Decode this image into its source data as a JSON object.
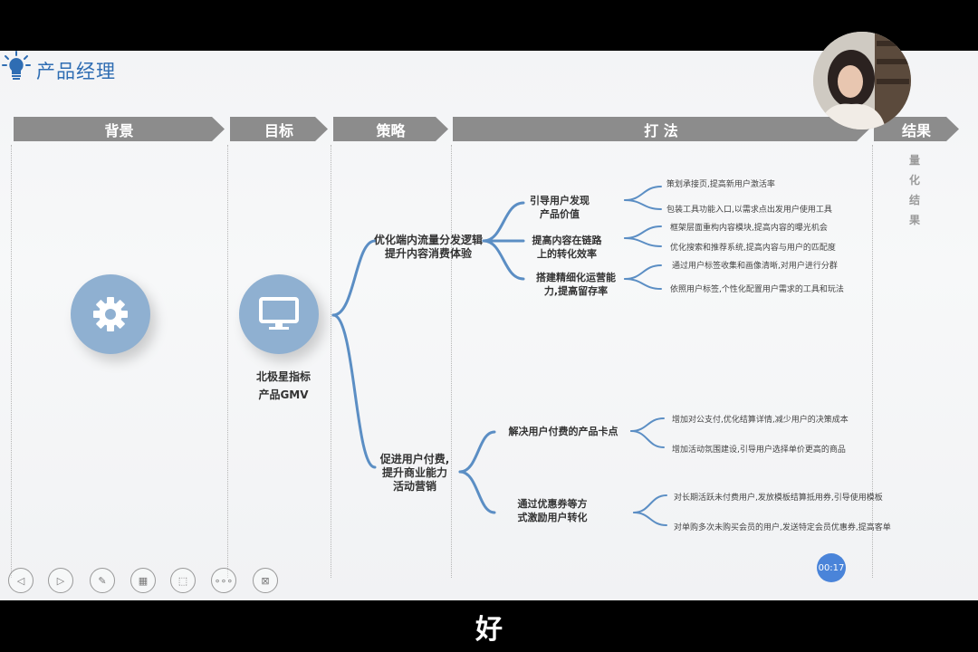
{
  "slide": {
    "title": "产品经理",
    "headers": {
      "background": "背景",
      "goal": "目标",
      "strategy": "策略",
      "tactics": "打 法",
      "result": "结果"
    },
    "goal_text": {
      "line1": "北极星指标",
      "line2": "产品GMV"
    },
    "strategies": [
      {
        "line1": "优化端内流量分发逻辑",
        "line2": "提升内容消费体验"
      },
      {
        "line1": "促进用户付费,",
        "line2": "提升商业能力",
        "line3": "活动营销"
      }
    ],
    "tactics": [
      {
        "line1": "引导用户发现",
        "line2": "产品价值",
        "details": [
          "策划承接页,提高新用户激活率",
          "包装工具功能入口,以需求点出发用户使用工具"
        ]
      },
      {
        "line1": "提高内容在链路",
        "line2": "上的转化效率",
        "details": [
          "框架层面重构内容模块,提高内容的曝光机会",
          "优化搜索和推荐系统,提高内容与用户的匹配度"
        ]
      },
      {
        "line1": "搭建精细化运营能",
        "line2": "力,提高留存率",
        "details": [
          "通过用户标签收集和画像清晰,对用户进行分群",
          "依照用户标签,个性化配置用户需求的工具和玩法"
        ]
      },
      {
        "line1": "解决用户付费的产品卡点",
        "line2": "",
        "details": [
          "增加对公支付,优化结算详情,减少用户的决策成本",
          "增加活动氛围建设,引导用户选择单价更高的商品"
        ]
      },
      {
        "line1": "通过优惠券等方",
        "line2": "式激励用户转化",
        "details": [
          "对长期活跃未付费用户,发放模板结算抵用券,引导使用模板",
          "对单购多次未购买会员的用户,发送特定会员优惠券,提高客单"
        ]
      }
    ],
    "result_text": [
      "量",
      "化",
      "结",
      "果"
    ]
  },
  "player": {
    "timer": "00:17",
    "controls": [
      "prev",
      "next",
      "pen",
      "slides",
      "pointer",
      "more",
      "exit"
    ]
  },
  "subtitle": "好",
  "colors": {
    "accent": "#2f6db3",
    "header": "#8c8c8c",
    "circle": "#8fb0d1",
    "branch": "#5b8ec4",
    "timer": "#4a84d9"
  }
}
